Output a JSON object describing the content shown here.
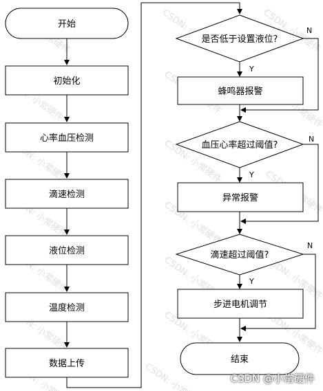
{
  "flowchart": {
    "start": "开始",
    "init": "初始化",
    "hr_bp_detect": "心率血压检测",
    "drip_detect": "滴速检测",
    "level_detect": "液位检测",
    "temp_detect": "温度检测",
    "upload": "数据上传",
    "q_level": "是否低于设置液位?",
    "buzzer": "蜂鸣器报警",
    "q_hr_bp": "血压心率超过阈值?",
    "abnormal_alarm": "异常报警",
    "q_drip": "滴速超过阈值?",
    "stepper": "步进电机调节",
    "end": "结束"
  },
  "branch_labels": {
    "y1": "Y",
    "y2": "Y",
    "y3": "Y",
    "n1": "N",
    "n2": "N",
    "n3": "N"
  },
  "watermark": {
    "text": "CSDN: 小常硬件",
    "footer": "CSDN @小常硬件"
  }
}
